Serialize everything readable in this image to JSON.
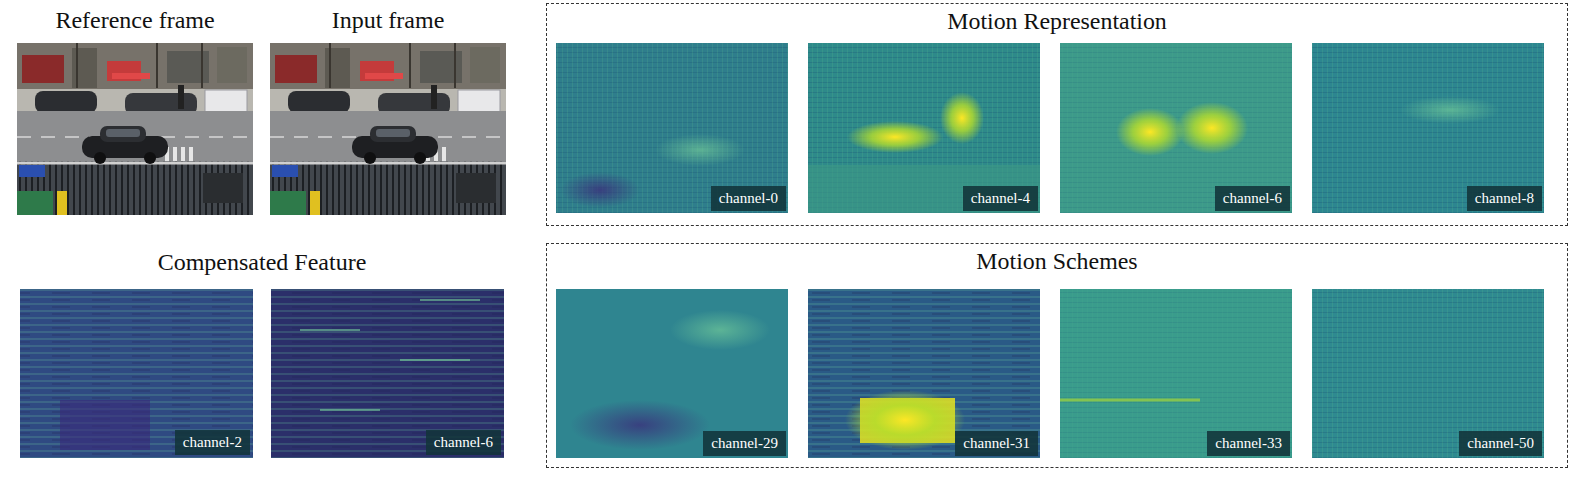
{
  "diagram": {
    "nodes": [
      {
        "text": [
          "Reference frame"
        ]
      },
      {
        "text": [
          "Input frame"
        ]
      },
      {
        "text": [
          "Motion Representation"
        ]
      },
      {
        "text": [
          "channel-0"
        ],
        "in": 2
      },
      {
        "text": [
          "channel-4"
        ],
        "in": 2
      },
      {
        "text": [
          "channel-6"
        ],
        "in": 2
      },
      {
        "text": [
          "channel-8"
        ],
        "in": 2
      },
      {
        "text": [
          "channel-2"
        ]
      },
      {
        "text": [
          "channel-6"
        ]
      },
      {
        "text": [
          "Motion Schemes"
        ]
      },
      {
        "text": [
          "channel-29"
        ],
        "in": 9
      },
      {
        "text": [
          "channel-31"
        ],
        "in": 9
      },
      {
        "text": [
          "channel-33"
        ],
        "in": 9
      },
      {
        "text": [
          "channel-50"
        ],
        "in": 9
      }
    ],
    "labels": [
      "Compensated Feature"
    ]
  }
}
